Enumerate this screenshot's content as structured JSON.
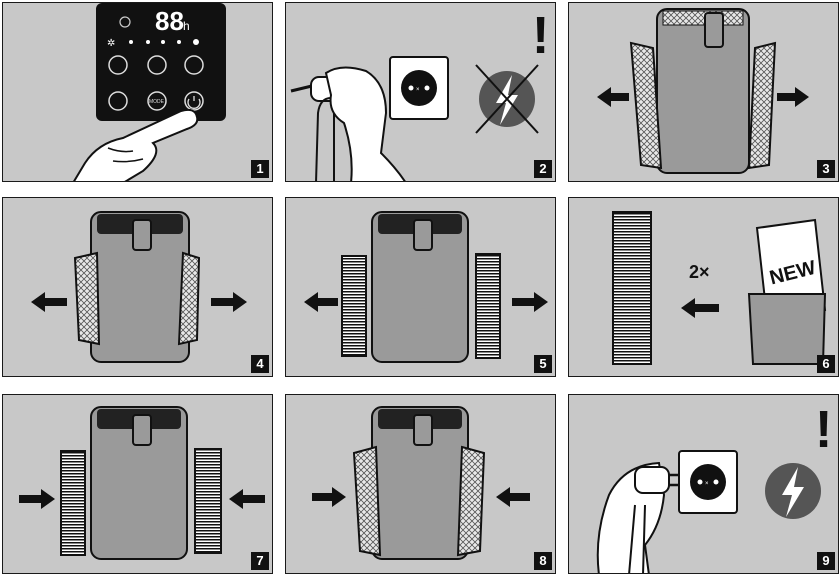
{
  "steps": [
    {
      "number": "1",
      "display_digits": "88",
      "display_unit": "h",
      "button_label": "MODE"
    },
    {
      "number": "2",
      "warning_mark": "!"
    },
    {
      "number": "3"
    },
    {
      "number": "4"
    },
    {
      "number": "5"
    },
    {
      "number": "6",
      "count_label": "2×",
      "new_label": "NEW"
    },
    {
      "number": "7"
    },
    {
      "number": "8"
    },
    {
      "number": "9",
      "warning_mark": "!"
    }
  ],
  "colors": {
    "panel_bg": "#c8c8c8",
    "device_body": "#9a9a9a",
    "device_top": "#b0b0b0",
    "arrow": "#111111",
    "display_bg": "#111111"
  }
}
